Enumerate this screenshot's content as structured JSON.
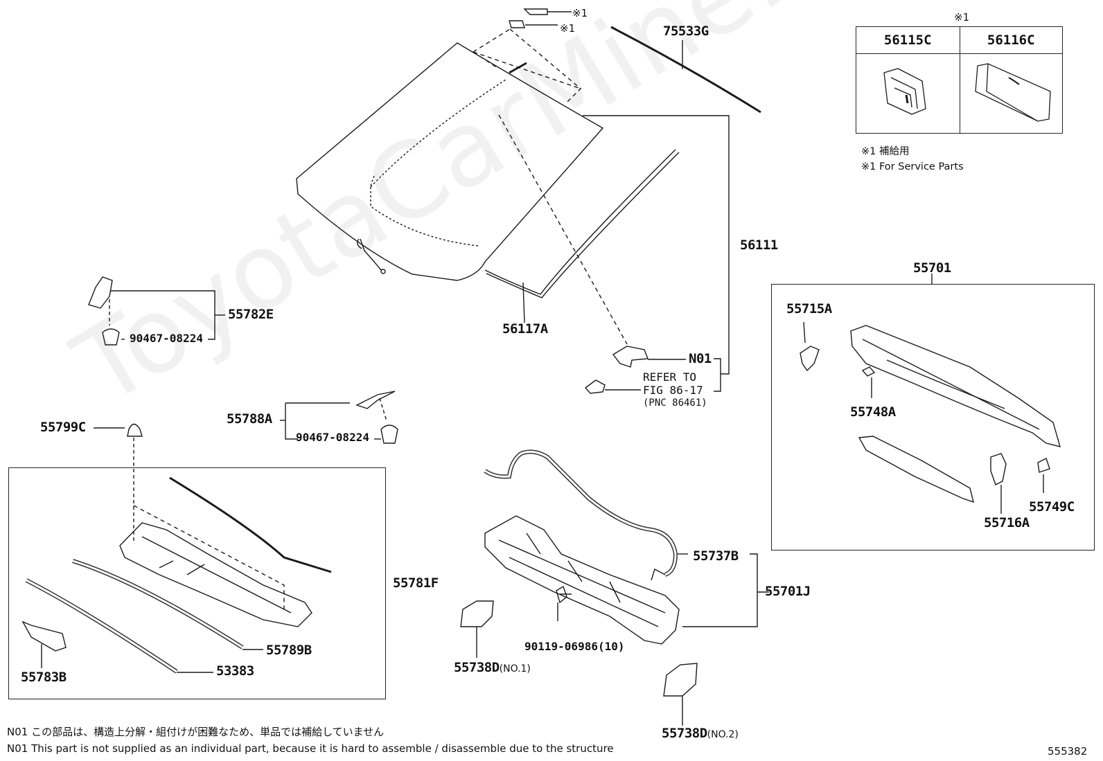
{
  "diagram": {
    "figure_number": "555382",
    "watermark": "ToyotaCarMine.ru",
    "service_note_mark": "※1",
    "service_note_jp": "※1 補給用",
    "service_note_en": "※1 For Service Parts",
    "service_table": {
      "header_mark": "※1",
      "col1": "56115C",
      "col2": "56116C"
    },
    "parts": {
      "p75533g": "75533G",
      "p56111": "56111",
      "p56117a": "56117A",
      "pn01": "N01",
      "ref_line1": "REFER TO",
      "ref_line2": "FIG 86-17",
      "ref_line3": "(PNC 86461)",
      "p55782e": "55782E",
      "p90467_a": "90467-08224",
      "p55788a": "55788A",
      "p90467_b": "90467-08224",
      "p55799c": "55799C",
      "p55781f": "55781F",
      "p55789b": "55789B",
      "p53383": "53383",
      "p55783b": "55783B",
      "p55738d_1": "55738D",
      "p55738d_1_sub": "(NO.1)",
      "p55738d_2": "55738D",
      "p55738d_2_sub": "(NO.2)",
      "p90119": "90119-06986(10)",
      "p55737b": "55737B",
      "p55701j": "55701J",
      "p55701": "55701",
      "p55715a": "55715A",
      "p55748a": "55748A",
      "p55716a": "55716A",
      "p55749c": "55749C"
    },
    "footnotes": {
      "jp": "N01 この部品は、構造上分解・組付けが困難なため、単品では補給していません",
      "en": "N01 This part is not supplied as an individual part, because it is hard to assemble / disassemble due to the structure"
    }
  }
}
